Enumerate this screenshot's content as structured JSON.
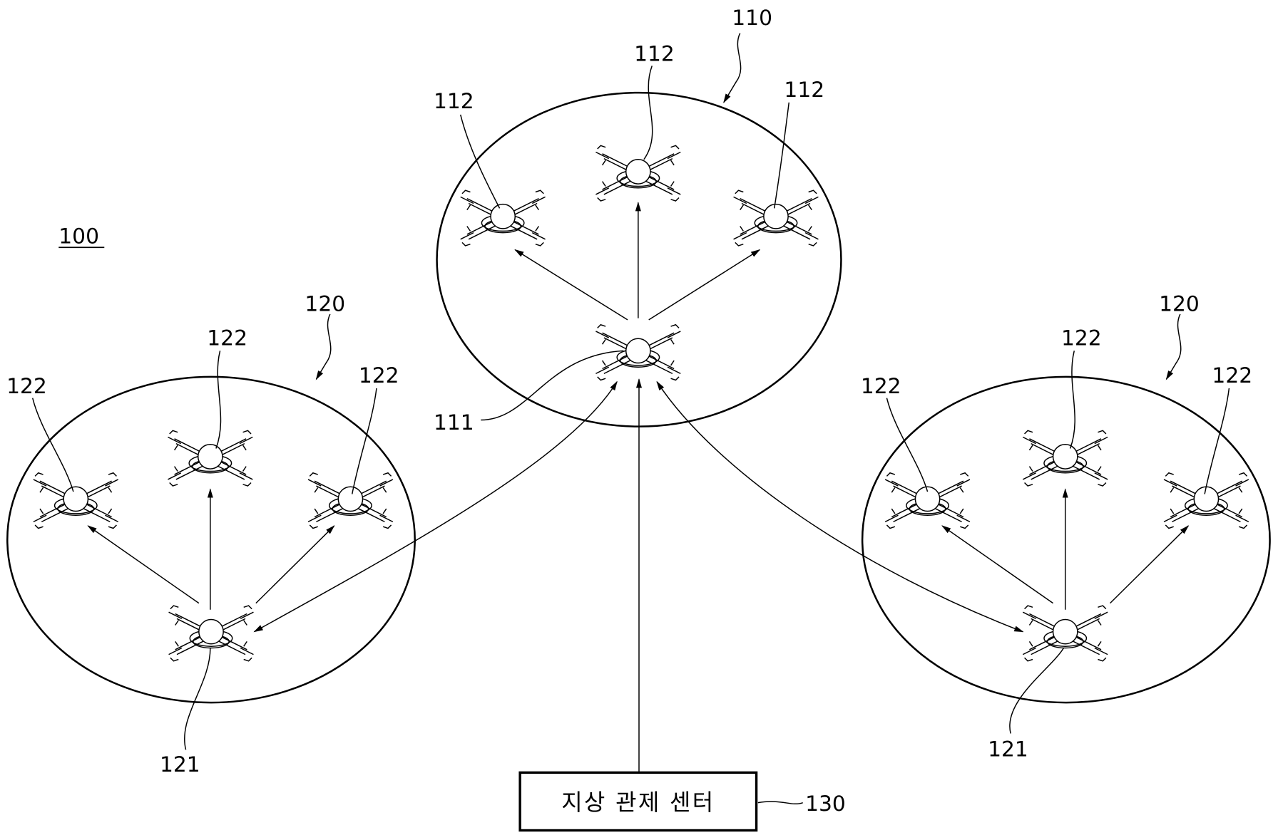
{
  "figure_ref": "100",
  "groups": {
    "upper": {
      "ref": "110",
      "leader_ref": "111",
      "follower_ref": "112"
    },
    "left": {
      "ref": "120",
      "leader_ref": "121",
      "follower_ref": "122"
    },
    "right": {
      "ref": "120",
      "leader_ref": "121",
      "follower_ref": "122"
    }
  },
  "ground_control": {
    "label": "지상 관제 센터",
    "ref": "130"
  }
}
